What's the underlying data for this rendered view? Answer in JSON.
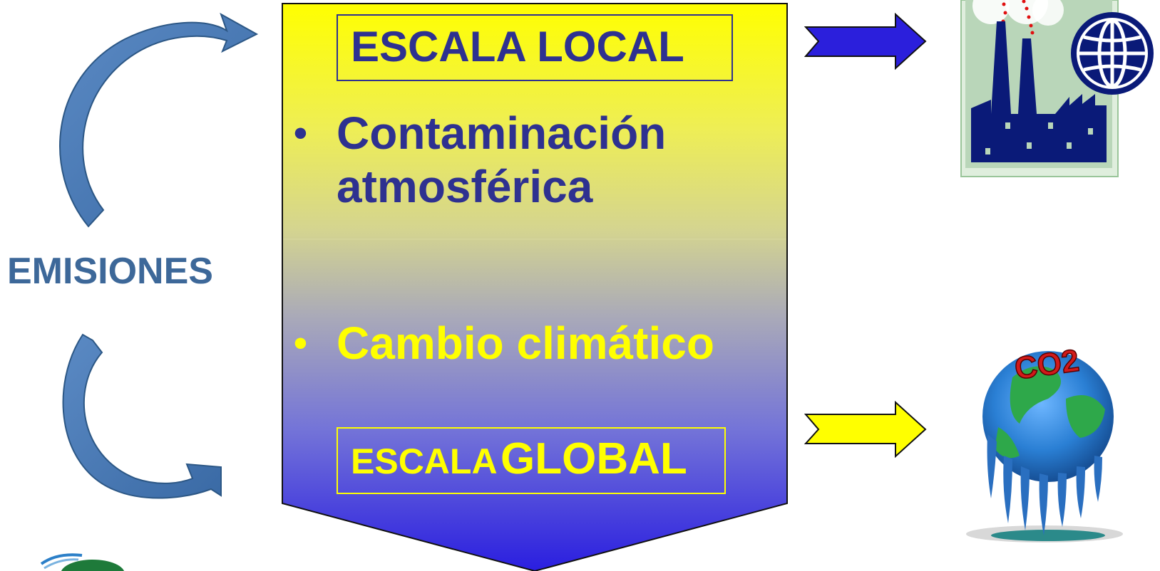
{
  "left": {
    "emisiones": "EMISIONES"
  },
  "panel": {
    "local_title": "ESCALA LOCAL",
    "bullet_symbol": "•",
    "bullet1_line1": "Contaminación",
    "bullet1_line2": "atmosférica",
    "bullet2": "Cambio climático",
    "global_title_part1": "ESCALA",
    "global_title_part2": "GLOBAL"
  },
  "icons": {
    "factory": "factory-globe-icon",
    "melting_earth": "melting-earth-co2-icon",
    "co2_label": "CO2"
  },
  "colors": {
    "panel_top": "#ffff00",
    "panel_bottom": "#2a1ee0",
    "text_navy": "#2e3190",
    "text_yellow": "#ffff00",
    "arrow_blue": "#2b1fdc",
    "arrow_yellow": "#ffff00",
    "curve_arrow": "#4a78b2"
  }
}
